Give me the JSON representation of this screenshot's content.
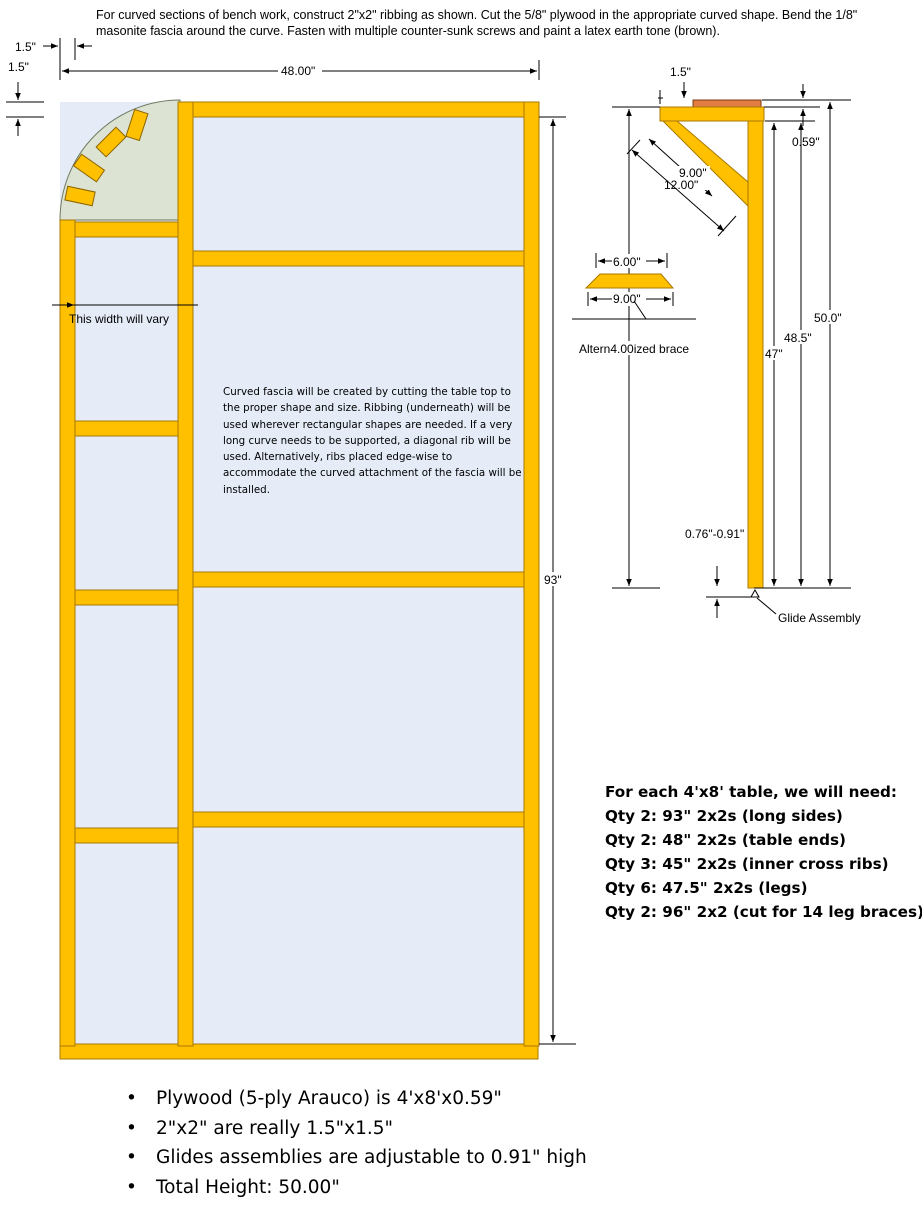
{
  "intro_text": "For curved sections of bench work, construct 2\"x2\" ribbing as shown.  Cut the 5/8\" plywood in the appropriate curved shape.  Bend the 1/8\" masonite fascia around the curve.  Fasten with multiple counter-sunk screws and paint a latex earth tone (brown).",
  "colors": {
    "wood": "#ffc000",
    "wood_edge": "#c08a00",
    "panel": "#e5ecf7",
    "curve": "#dde3d2",
    "top_board": "#e37c43",
    "dim_line": "#000000"
  },
  "top_view": {
    "dim_width": "48.00\"",
    "dim_side_left": "1.5\"",
    "dim_side_top": "1.5\"",
    "dim_length": "93\"",
    "width_note": "This width will vary",
    "curve_note": "Curved fascia will be created by cutting the table top to the proper shape and size.  Ribbing (underneath) will be used wherever rectangular shapes are needed.  If a very long curve needs to be supported, a diagonal rib will be used.  Alternatively, ribs placed edge-wise to accommodate the curved attachment of the fascia will be installed."
  },
  "side_view": {
    "dim_top_rail": "1.5\"",
    "dim_plywood": "0.59\"",
    "dim_brace_inner": "9.00\"",
    "dim_brace_outer": "12.00\"",
    "dim_total": "50.0\"",
    "dim_leg_span": "48.5\"",
    "dim_leg": "47\"",
    "dim_glide": "0.76\"-0.91\"",
    "glide_label": "Glide Assembly"
  },
  "alt_brace": {
    "dim_top": "6.00\"",
    "dim_bottom": "9.00\"",
    "label": "Altern4.00ized brace"
  },
  "materials": {
    "heading": "For each 4'x8' table, we will need:",
    "items": [
      "Qty 2:  93\" 2x2s (long sides)",
      "Qty 2:  48\" 2x2s (table ends)",
      "Qty 3:  45\" 2x2s (inner cross ribs)",
      "Qty 6:  47.5\" 2x2s (legs)",
      "Qty 2:  96\" 2x2 (cut for 14 leg braces)"
    ]
  },
  "bullets": [
    "Plywood (5-ply Arauco) is 4'x8'x0.59\"",
    "2\"x2\" are really 1.5\"x1.5\"",
    "Glides assemblies are adjustable to 0.91\" high",
    "Total Height:  50.00\""
  ]
}
